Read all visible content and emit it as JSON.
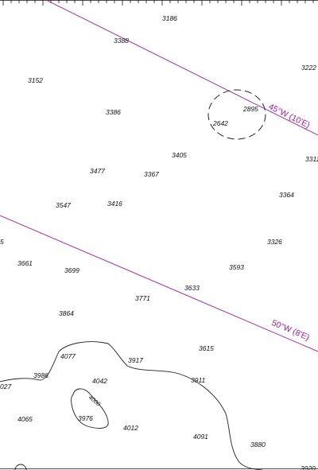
{
  "map": {
    "soundings": [
      "3186",
      "3388",
      "3222",
      "3152",
      "2895",
      "2642",
      "3386",
      "3405",
      "3311",
      "3477",
      "3367",
      "3364",
      "3547",
      "3416",
      "5",
      "3326",
      "3661",
      "3699",
      "3593",
      "3633",
      "3771",
      "3864",
      "3615",
      "4077",
      "3917",
      "3986",
      "4042",
      "3911",
      "027",
      "4065",
      "3976",
      "4012",
      "4091",
      "3880",
      "3920"
    ],
    "isogonic_lines": [
      {
        "label": "45°W (10'E)"
      },
      {
        "label": "50°W (8'E)"
      }
    ],
    "contour_label": "4000",
    "colors": {
      "isogonic": "#a0189c",
      "ink": "#111111",
      "background": "#ffffff"
    }
  }
}
